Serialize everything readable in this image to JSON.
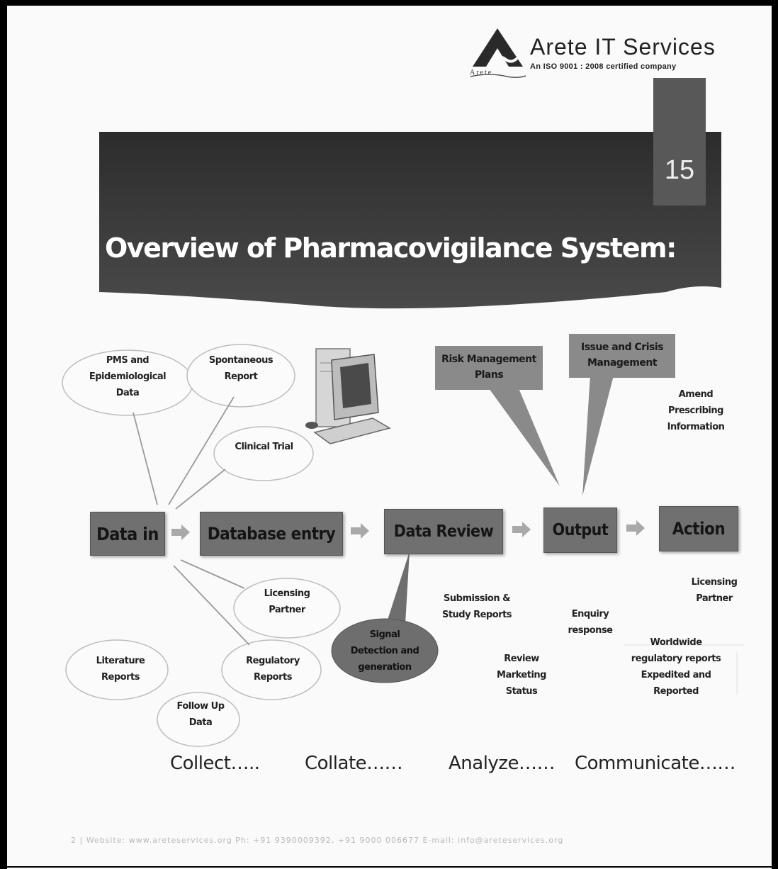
{
  "logo": {
    "name": "Arete IT Services",
    "tagline": "An ISO 9001 : 2008 certified company",
    "mark_text": "Arete"
  },
  "slide": {
    "number": "15",
    "title": "Overview of Pharmacovigilance System:"
  },
  "diagram": {
    "flow": [
      "Data in",
      "Database entry",
      "Data Review",
      "Output",
      "Action"
    ],
    "inputs": {
      "pms": "PMS and\nEpidemiological\nData",
      "spontaneous": "Spontaneous\nReport",
      "clinical": "Clinical Trial",
      "licensing_in": "Licensing\nPartner",
      "literature": "Literature\nReports",
      "regulatory": "Regulatory\nReports",
      "follow_up": "Follow Up\nData"
    },
    "signal": "Signal\nDetection and\ngeneration",
    "callouts": {
      "risk": "Risk Management\nPlans",
      "issue": "Issue and Crisis\nManagement"
    },
    "outputs": {
      "amend": "Amend\nPrescribing\nInformation",
      "submission": "Submission &\nStudy Reports",
      "review": "Review\nMarketing\nStatus",
      "enquiry": "Enquiry\nresponse",
      "licensing_out": "Licensing\nPartner",
      "worldwide": "Worldwide\nregulatory reports\nExpedited and\nReported"
    },
    "stages": [
      "Collect…..",
      "Collate……",
      "Analyze……",
      "Communicate……"
    ]
  },
  "footer": "2  |  Website: www.areteservices.org  Ph: +91 9390009392, +91 9000 006677  E-mail: info@areteservices.org",
  "colors": {
    "banner": "#3d3d3d",
    "box": "#707070",
    "callout": "#8a8a8a",
    "signal": "#6e6e6e"
  }
}
